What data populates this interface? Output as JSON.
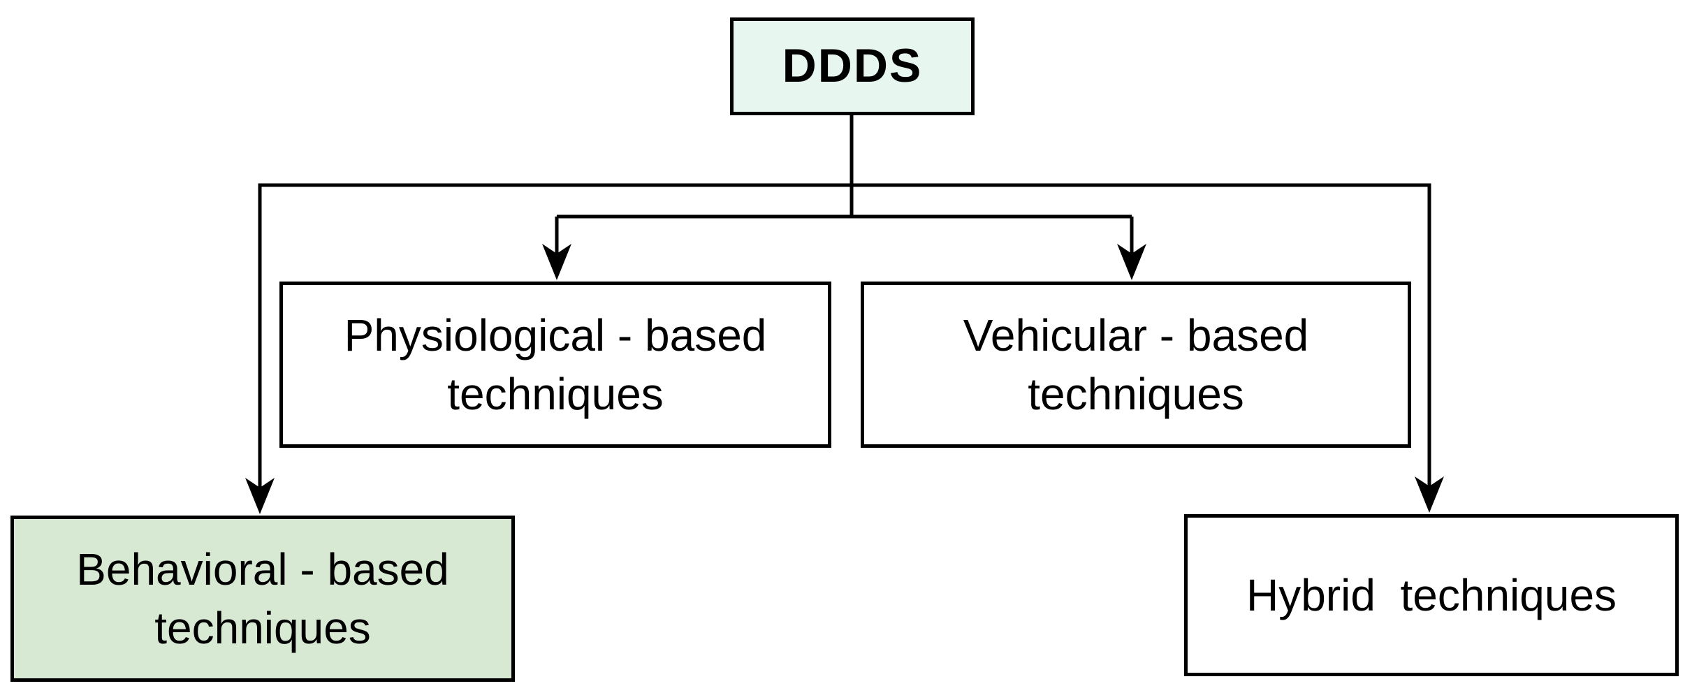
{
  "diagram": {
    "type": "tree-flowchart",
    "background_color": "#ffffff",
    "line_color": "#000000",
    "root": {
      "label": "DDDS",
      "fill": "#e8f6f0"
    },
    "nodes": {
      "physiological": {
        "label": "Physiological - based\ntechniques",
        "fill": "#ffffff"
      },
      "vehicular": {
        "label": "Vehicular - based\ntechniques",
        "fill": "#ffffff"
      },
      "behavioral": {
        "label": "Behavioral - based\ntechniques",
        "fill": "#d7e8d3"
      },
      "hybrid": {
        "label": "Hybrid  techniques",
        "fill": "#ffffff"
      }
    },
    "edges": [
      {
        "from": "DDDS",
        "to": "Physiological - based techniques"
      },
      {
        "from": "DDDS",
        "to": "Vehicular - based techniques"
      },
      {
        "from": "DDDS",
        "to": "Behavioral - based techniques"
      },
      {
        "from": "DDDS",
        "to": "Hybrid techniques"
      }
    ]
  }
}
